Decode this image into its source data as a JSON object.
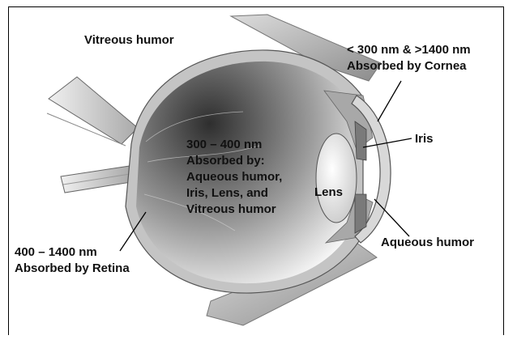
{
  "labels": {
    "vitreous": "Vitreous humor",
    "cornea": "< 300 nm & >1400 nm\nAbsorbed by Cornea",
    "iris": "Iris",
    "lens": "Lens",
    "center": "300 – 400 nm\nAbsorbed by:\nAqueous humor,\nIris, Lens, and\nVitreous humor",
    "retina": "400 – 1400 nm\nAbsorbed by Retina",
    "aqueous": "Aqueous humor"
  },
  "colors": {
    "eyeball_dark": "#2e2e2e",
    "eyeball_light": "#ffffff",
    "tissue": "#b8b8b8",
    "line": "#000000"
  }
}
